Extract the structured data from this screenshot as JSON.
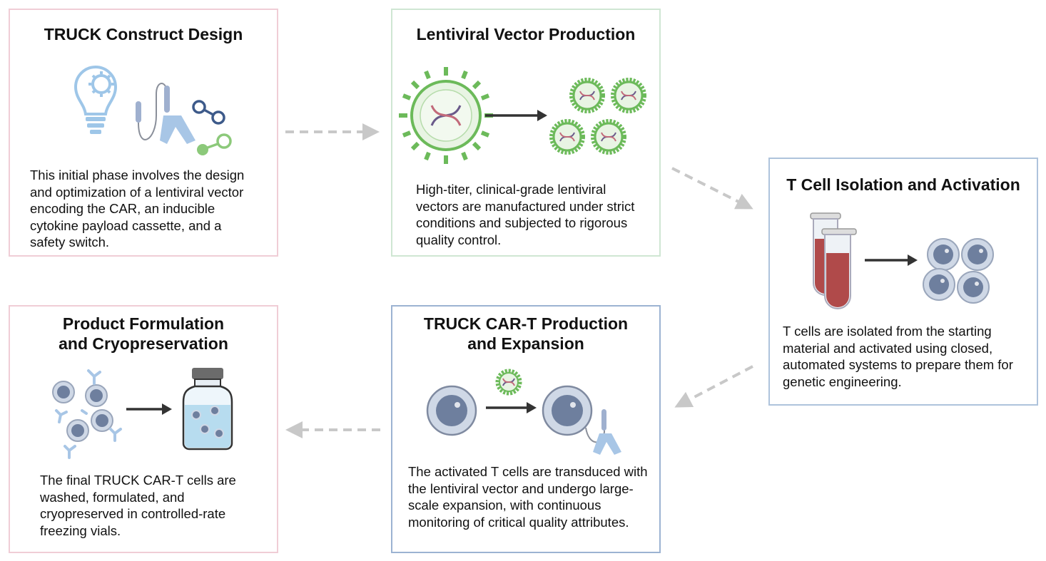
{
  "steps": {
    "design": {
      "title": "TRUCK Construct Design",
      "body": "This initial phase involves the design and optimization of a lentiviral vector encoding the CAR, an inducible cytokine payload cassette, and a safety switch."
    },
    "vector": {
      "title": "Lentiviral Vector Production",
      "body": "High-titer, clinical-grade lentiviral vectors are manufactured under strict conditions and subjected to rigorous quality control."
    },
    "isolation": {
      "title": "T Cell Isolation and Activation",
      "body": "T cells are isolated from the starting material and activated using closed, automated systems to prepare them for genetic engineering."
    },
    "expansion": {
      "title_line1": "TRUCK CAR-T Production",
      "title_line2": "and Expansion",
      "body": "The activated T cells are transduced with the lentiviral vector and undergo large-scale expansion, with continuous monitoring of critical quality attributes."
    },
    "formulation": {
      "title_line1": "Product Formulation",
      "title_line2": "and Cryopreservation",
      "body": "The final TRUCK CAR-T cells are washed, formulated, and cryopreserved in controlled-rate freezing vials."
    }
  },
  "colors": {
    "design_border": "#f0cdd6",
    "vector_border": "#cfe6d3",
    "isolation_border": "#aec3dc",
    "expansion_border": "#9cb3d2",
    "formulation_border": "#f0cdd6",
    "flow_arrow": "#c8c8c8",
    "virus_green": "#6cba5a",
    "cell_blue": "#7f93b4",
    "blood_red": "#b04a4a"
  },
  "icons": [
    "lightbulb-gear-icon",
    "car-receptor-icon",
    "molecule-icon",
    "lentivirus-icon",
    "test-tube-icon",
    "t-cell-icon",
    "vial-icon",
    "antibody-icon"
  ]
}
